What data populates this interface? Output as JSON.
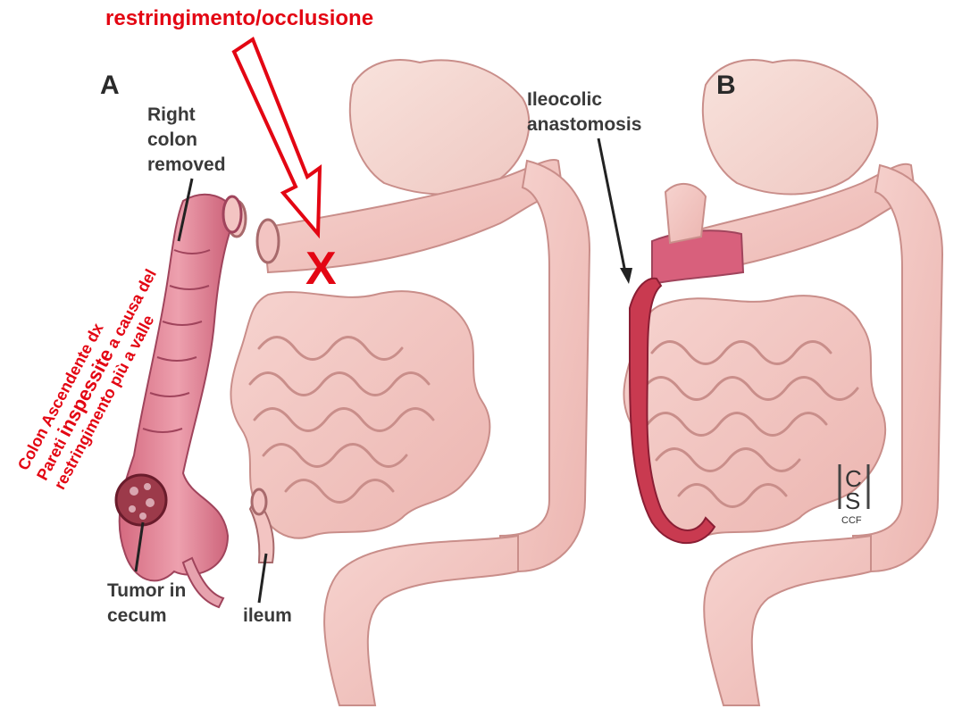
{
  "annotation": {
    "title": "restringimento/occlusione",
    "occlusion_mark": "X",
    "side_note": {
      "line1": "Colon Ascendente dx",
      "line2_prefix": "Pareti ",
      "line2_emph": "inspessite",
      "line2_suffix": " a causa del",
      "line3": "restringimento più a valle"
    },
    "color": "#e30613"
  },
  "panel_a": {
    "letter": "A",
    "label_removed": [
      "Right",
      "colon",
      "removed"
    ],
    "label_tumor": [
      "Tumor in",
      "cecum"
    ],
    "label_ileum": "ileum"
  },
  "panel_b": {
    "letter": "B",
    "label_anastomosis": [
      "Ileocolic",
      "anastomosis"
    ],
    "logo_letters": [
      "C",
      "S"
    ],
    "logo_caption": "CCF"
  }
}
